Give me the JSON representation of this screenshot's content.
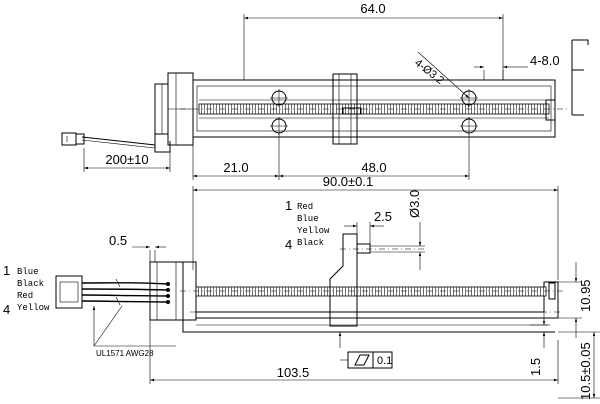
{
  "top_view": {
    "dim_overall": "64.0",
    "dim_hole": "4-Ø3.2",
    "dim_edge": "4-8.0",
    "dim_cable": "200±10",
    "dim_left": "21.0",
    "dim_span": "48.0"
  },
  "front_view": {
    "dim_length": "90.0±0.1",
    "dim_gap": "2.5",
    "dim_pin": "Ø3.0",
    "dim_shaft": "0.5",
    "dim_height": "10.95",
    "dim_total": "103.5",
    "dim_base": "1.5",
    "dim_depth": "10.5±0.05",
    "flatness_value": "0.1",
    "cable_spec": "UL1571 AWG28"
  },
  "wire_legend_right": {
    "start_pin": "1",
    "end_pin": "4",
    "wires": [
      "Red",
      "Blue",
      "Yellow",
      "Black"
    ]
  },
  "wire_legend_left": {
    "start_pin": "1",
    "end_pin": "4",
    "wires": [
      "Blue",
      "Black",
      "Red",
      "Yellow"
    ]
  }
}
